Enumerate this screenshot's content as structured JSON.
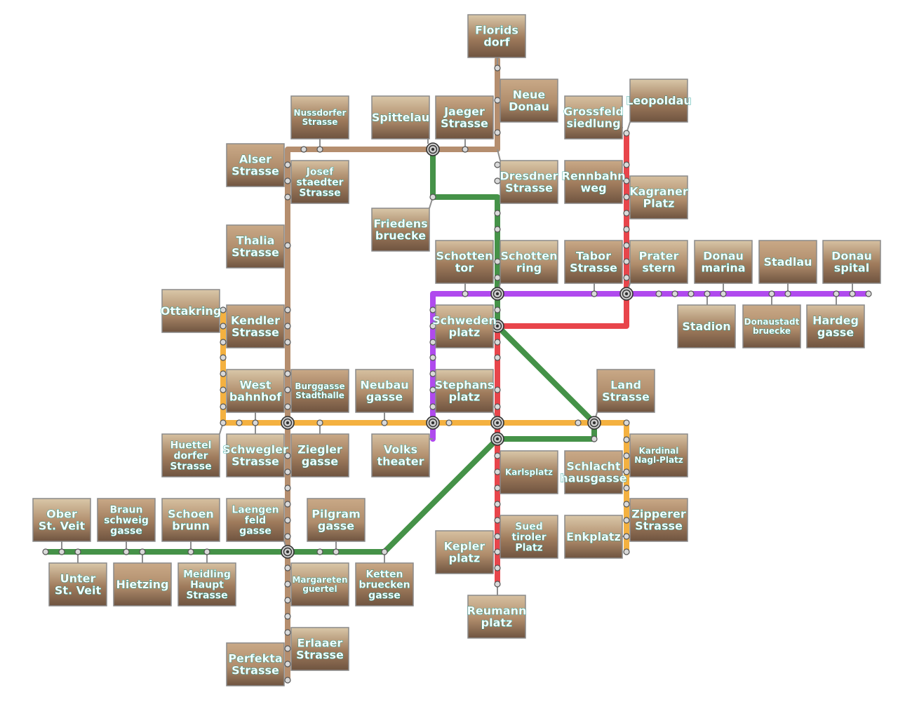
{
  "lines": {
    "U1": {
      "color": "#e8454b"
    },
    "U2": {
      "color": "#b04aee"
    },
    "U3": {
      "color": "#f4b140"
    },
    "U4": {
      "color": "#459248"
    },
    "U6": {
      "color": "#b58e6e"
    }
  },
  "stations": [
    {
      "id": "floridsdorf",
      "label": [
        "Florids",
        "dorf"
      ]
    },
    {
      "id": "neue-donau",
      "label": [
        "Neue",
        "Donau"
      ]
    },
    {
      "id": "nussdorfer-strasse",
      "label": [
        "Nussdorfer",
        "Strasse"
      ]
    },
    {
      "id": "spittelau",
      "label": [
        "Spittelau"
      ]
    },
    {
      "id": "jaeger-strasse",
      "label": [
        "Jaeger",
        "Strasse"
      ]
    },
    {
      "id": "grossfeld-siedlung",
      "label": [
        "Grossfeld",
        "siedlung"
      ]
    },
    {
      "id": "leopoldau",
      "label": [
        "Leopoldau"
      ]
    },
    {
      "id": "alser-strasse",
      "label": [
        "Alser",
        "Strasse"
      ]
    },
    {
      "id": "josefstaedter-strasse",
      "label": [
        "Josef",
        "staedter",
        "Strasse"
      ]
    },
    {
      "id": "dresdner-strasse",
      "label": [
        "Dresdner",
        "Strasse"
      ]
    },
    {
      "id": "rennbahnweg",
      "label": [
        "Rennbahn",
        "weg"
      ]
    },
    {
      "id": "kagraner-platz",
      "label": [
        "Kagraner",
        "Platz"
      ]
    },
    {
      "id": "friedensbruecke",
      "label": [
        "Friedens",
        "bruecke"
      ]
    },
    {
      "id": "thalia-strasse",
      "label": [
        "Thalia",
        "Strasse"
      ]
    },
    {
      "id": "schottentor",
      "label": [
        "Schotten",
        "tor"
      ]
    },
    {
      "id": "schottenring",
      "label": [
        "Schotten",
        "ring"
      ]
    },
    {
      "id": "tabor-strasse",
      "label": [
        "Tabor",
        "Strasse"
      ]
    },
    {
      "id": "prater-stern",
      "label": [
        "Prater",
        "stern"
      ]
    },
    {
      "id": "donau-marina",
      "label": [
        "Donau",
        "marina"
      ]
    },
    {
      "id": "stadlau",
      "label": [
        "Stadlau"
      ]
    },
    {
      "id": "donauspital",
      "label": [
        "Donau",
        "spital"
      ]
    },
    {
      "id": "ottakring",
      "label": [
        "Ottakring"
      ]
    },
    {
      "id": "kendler-strasse",
      "label": [
        "Kendler",
        "Strasse"
      ]
    },
    {
      "id": "schwedenplatz",
      "label": [
        "Schweden",
        "platz"
      ]
    },
    {
      "id": "stadion",
      "label": [
        "Stadion"
      ]
    },
    {
      "id": "donaustadtbruecke",
      "label": [
        "Donaustadt",
        "bruecke"
      ]
    },
    {
      "id": "hardeggasse",
      "label": [
        "Hardeg",
        "gasse"
      ]
    },
    {
      "id": "westbahnhof",
      "label": [
        "West",
        "bahnhof"
      ]
    },
    {
      "id": "burggasse-stadthalle",
      "label": [
        "Burggasse",
        "Stadthalle"
      ]
    },
    {
      "id": "neubaugasse",
      "label": [
        "Neubau",
        "gasse"
      ]
    },
    {
      "id": "stephansplatz",
      "label": [
        "Stephans",
        "platz"
      ]
    },
    {
      "id": "landstrasse",
      "label": [
        "Land",
        "Strasse"
      ]
    },
    {
      "id": "huetteldorfer-strasse",
      "label": [
        "Huettel",
        "dorfer",
        "Strasse"
      ]
    },
    {
      "id": "schweglerstrasse",
      "label": [
        "Schwegler",
        "Strasse"
      ]
    },
    {
      "id": "zieglergasse",
      "label": [
        "Ziegler",
        "gasse"
      ]
    },
    {
      "id": "volkstheater",
      "label": [
        "Volks",
        "theater"
      ]
    },
    {
      "id": "karlsplatz",
      "label": [
        "Karlsplatz"
      ]
    },
    {
      "id": "schlachthausgasse",
      "label": [
        "Schlacht",
        "hausgasse"
      ]
    },
    {
      "id": "kardinal-nagl-platz",
      "label": [
        "Kardinal",
        "Nagl-Platz"
      ]
    },
    {
      "id": "ober-st-veit",
      "label": [
        "Ober",
        "St. Veit"
      ]
    },
    {
      "id": "braunschweiggasse",
      "label": [
        "Braun",
        "schweig",
        "gasse"
      ]
    },
    {
      "id": "schoenbrunn",
      "label": [
        "Schoen",
        "brunn"
      ]
    },
    {
      "id": "laengenfeldgasse",
      "label": [
        "Laengen",
        "feld",
        "gasse"
      ]
    },
    {
      "id": "pilgramgasse",
      "label": [
        "Pilgram",
        "gasse"
      ]
    },
    {
      "id": "suedtiroler-platz",
      "label": [
        "Sued",
        "tiroler",
        "Platz"
      ]
    },
    {
      "id": "enkplatz",
      "label": [
        "Enkplatz"
      ]
    },
    {
      "id": "zipperer-strasse",
      "label": [
        "Zipperer",
        "Strasse"
      ]
    },
    {
      "id": "kepler-platz",
      "label": [
        "Kepler",
        "platz"
      ]
    },
    {
      "id": "unter-st-veit",
      "label": [
        "Unter",
        "St. Veit"
      ]
    },
    {
      "id": "hietzing",
      "label": [
        "Hietzing"
      ]
    },
    {
      "id": "meidling-hauptstrasse",
      "label": [
        "Meidling",
        "Haupt",
        "Strasse"
      ]
    },
    {
      "id": "margaretenguertel",
      "label": [
        "Margareten",
        "guertel"
      ]
    },
    {
      "id": "kettenbrueckengasse",
      "label": [
        "Ketten",
        "bruecken",
        "gasse"
      ]
    },
    {
      "id": "reumannplatz",
      "label": [
        "Reumann",
        "platz"
      ]
    },
    {
      "id": "erlaaer-strasse",
      "label": [
        "Erlaaer",
        "Strasse"
      ]
    },
    {
      "id": "perfekta-strasse",
      "label": [
        "Perfekta",
        "Strasse"
      ]
    }
  ]
}
